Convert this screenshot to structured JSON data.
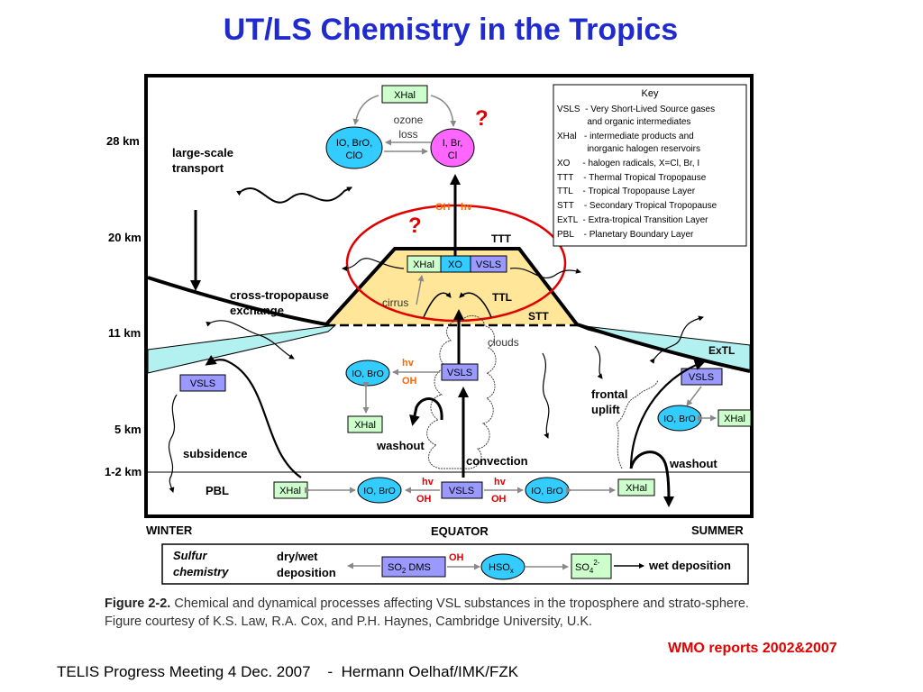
{
  "slide": {
    "title": "UT/LS Chemistry in the Tropics",
    "figure_label": "Figure 2-2.",
    "figure_caption": "Chemical and dynamical processes affecting VSL substances in the troposphere and strato-sphere.  Figure courtesy of K.S. Law, R.A. Cox, and P.H. Haynes, Cambridge University, U.K.",
    "source_note": "WMO reports 2002&2007",
    "footer": "TELIS Progress Meeting 4 Dec. 2007    -  Hermann Oelhaf/IMK/FZK"
  },
  "colors": {
    "title": "#1f2bcc",
    "accent_red": "#e00000",
    "xhal_fill": "#ccffcc",
    "vsls_fill": "#9999ff",
    "bro_fill": "#33ccff",
    "halogen_fill": "#ff66ff",
    "ttl_fill": "#ffe699",
    "extl_fill": "#b3f0f0"
  },
  "altitudes": {
    "km28": "28 km",
    "km20": "20 km",
    "km11": "11 km",
    "km5": "5 km",
    "km12": "1-2 km"
  },
  "diagram": {
    "large_scale_1": "large-scale",
    "large_scale_2": "transport",
    "cross_1": "cross-tropopause",
    "cross_2": "exchange",
    "subsidence": "subsidence",
    "pbl": "PBL",
    "winter": "WINTER",
    "equator": "EQUATOR",
    "summer": "SUMMER",
    "ozone_1": "ozone",
    "ozone_2": "loss",
    "question": "?",
    "oh": "OH",
    "hv": "hv",
    "ttt": "TTT",
    "ttl": "TTL",
    "stt": "STT",
    "extl": "ExTL",
    "cirrus": "cirrus",
    "clouds": "clouds",
    "washout": "washout",
    "convection": "convection",
    "frontal_1": "frontal",
    "frontal_2": "uplift",
    "xhal": "XHal",
    "vsls": "VSLS",
    "xo": "XO",
    "iobro": "IO, BrO",
    "iobro_clo_1": "IO, BrO,",
    "iobro_clo_2": "ClO",
    "ibrcl_1": "I, Br,",
    "ibrcl_2": "Cl"
  },
  "key": {
    "title": "Key",
    "lines": [
      "VSLS  - Very Short-Lived Source gases",
      "            and organic intermediates",
      "XHal   - intermediate products and",
      "            inorganic halogen reservoirs",
      "XO     - halogen radicals, X=Cl, Br, I",
      "TTT    - Thermal Tropical Tropopause",
      "TTL    - Tropical Tropopause Layer",
      "STT    - Secondary Tropical Tropopause",
      "ExTL  - Extra-tropical Transition Layer",
      "PBL    - Planetary Boundary Layer"
    ]
  },
  "sulfur": {
    "label_1": "Sulfur",
    "label_2": "chemistry",
    "dry_1": "dry/wet",
    "dry_2": "deposition",
    "so2dms_a": "SO",
    "so2dms_b": "2",
    "so2dms_c": " DMS",
    "oh": "OH",
    "hso_a": "HSO",
    "hso_b": "x",
    "so4_a": "SO",
    "so4_b": "4",
    "so4_c": "2-",
    "wet": "wet deposition"
  }
}
